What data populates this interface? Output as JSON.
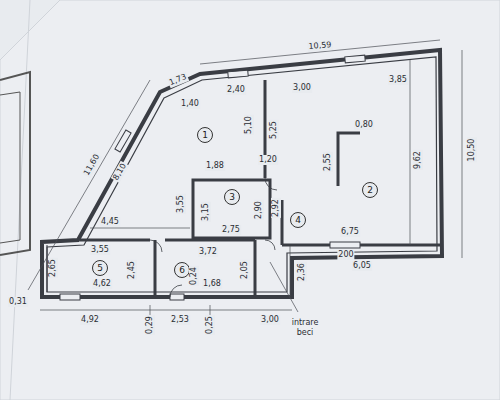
{
  "diagram": {
    "nodes": [
      {
        "text": [
          "1"
        ]
      },
      {
        "text": [
          "2"
        ]
      },
      {
        "text": [
          "3"
        ]
      },
      {
        "text": [
          "4"
        ]
      },
      {
        "text": [
          "5"
        ]
      },
      {
        "text": [
          "6"
        ]
      }
    ],
    "labels": [
      "10,59",
      "1,73",
      "2,40",
      "3,00",
      "3,85",
      "1,40",
      "5,10",
      "5,25",
      "9,62",
      "10,50",
      "0,80",
      "2,55",
      "11,60",
      "8,10",
      "1,88",
      "1,20",
      "3,55",
      "3,15",
      "2,90",
      "2,92",
      "2,75",
      "4,45",
      "6,75",
      "3,55",
      "3,72",
      "2,65",
      "2,45",
      "2,05",
      "4,62",
      "0,24",
      "1,68",
      "2,36",
      "6,05",
      "0,31",
      "4,92",
      "0,29",
      "2,53",
      "0,25",
      "3,00",
      "200",
      "intrare beci"
    ]
  }
}
